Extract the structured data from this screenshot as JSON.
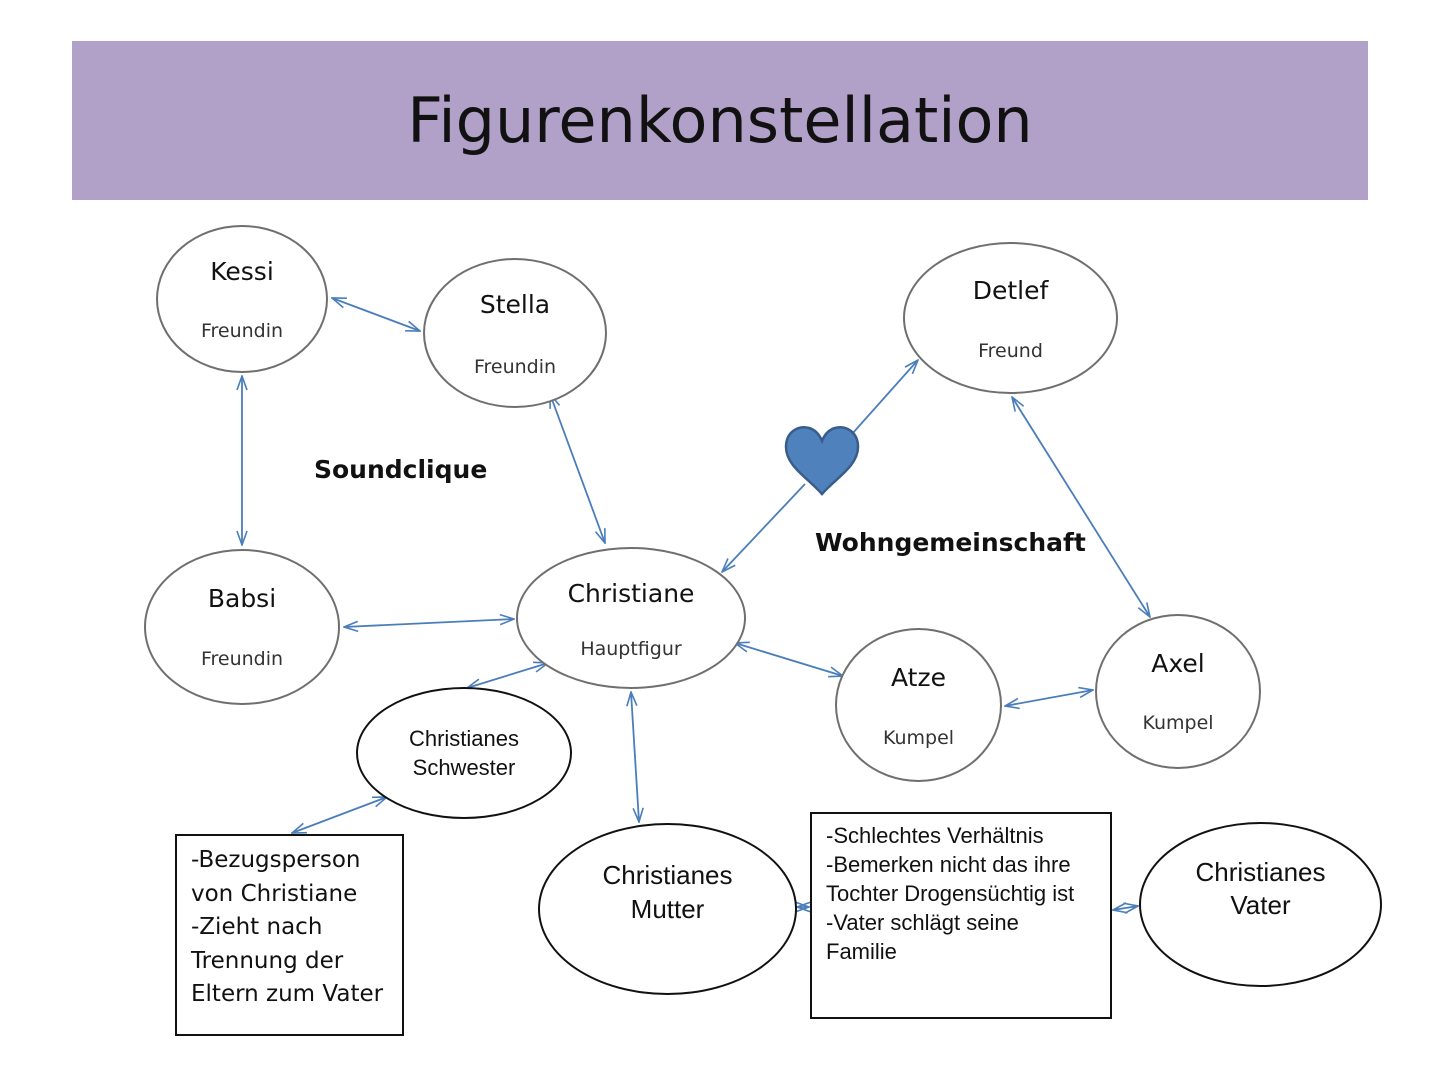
{
  "title": "Figurenkonstellation",
  "groups": {
    "soundclique": "Soundclique",
    "wohngemeinschaft": "Wohngemeinschaft"
  },
  "characters": {
    "kessi": {
      "name": "Kessi",
      "role": "Freundin"
    },
    "stella": {
      "name": "Stella",
      "role": "Freundin"
    },
    "detlef": {
      "name": "Detlef",
      "role": "Freund"
    },
    "babsi": {
      "name": "Babsi",
      "role": "Freundin"
    },
    "christiane": {
      "name": "Christiane",
      "role": "Hauptfigur"
    },
    "atze": {
      "name": "Atze",
      "role": "Kumpel"
    },
    "axel": {
      "name": "Axel",
      "role": "Kumpel"
    }
  },
  "family": {
    "schwester": {
      "line1": "Christianes",
      "line2": "Schwester"
    },
    "mutter": {
      "line1": "Christianes",
      "line2": "Mutter"
    },
    "vater": {
      "line1": "Christianes",
      "line2": "Vater"
    }
  },
  "notes": {
    "schwester": [
      "-Bezugsperson",
      "von Christiane",
      "-Zieht nach",
      "Trennung der",
      "Eltern zum Vater"
    ],
    "eltern": [
      "-Schlechtes Verhältnis",
      "-Bemerken nicht das ihre",
      "Tochter Drogensüchtig ist",
      "-Vater schlägt seine",
      "Familie"
    ]
  },
  "colors": {
    "title_bar": "#b1a0c7",
    "arrow": "#4a7ebb",
    "heart": "#4f81bd",
    "heart_outline": "#385d8a"
  },
  "icons": {
    "heart": "heart-icon"
  }
}
